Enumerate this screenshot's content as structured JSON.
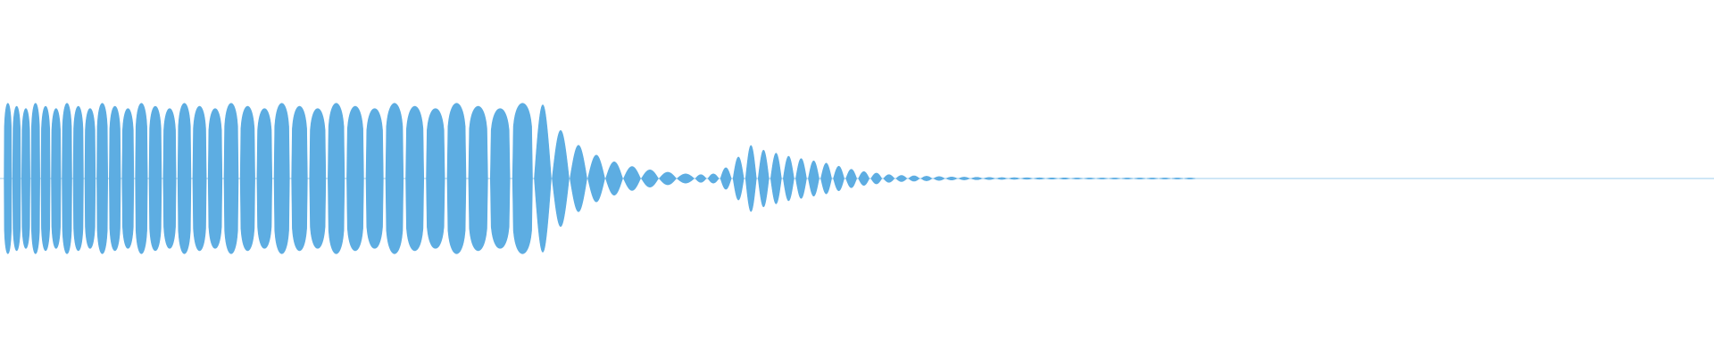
{
  "waveform": {
    "color": "#5dade2",
    "background": "#ffffff",
    "baseline_color": "#5dade2",
    "dense_section": {
      "cycles": 34,
      "peak_level": 0.98
    },
    "decay_section": {
      "cycles": 9,
      "start_level": 0.96,
      "end_level": 0.06
    },
    "beat_section": {
      "lobes": [
        0.05,
        0.06,
        0.14,
        0.28,
        0.43,
        0.37,
        0.33,
        0.29,
        0.26,
        0.23,
        0.2,
        0.16,
        0.12,
        0.09,
        0.07,
        0.05,
        0.04,
        0.035,
        0.03,
        0.025,
        0.02,
        0.018,
        0.016,
        0.014,
        0.012,
        0.011,
        0.01,
        0.009,
        0.008,
        0.008,
        0.007,
        0.006,
        0.006,
        0.005,
        0.005,
        0.004,
        0.004,
        0.003,
        0.003,
        0.003
      ]
    },
    "tail_level": 0.0
  }
}
